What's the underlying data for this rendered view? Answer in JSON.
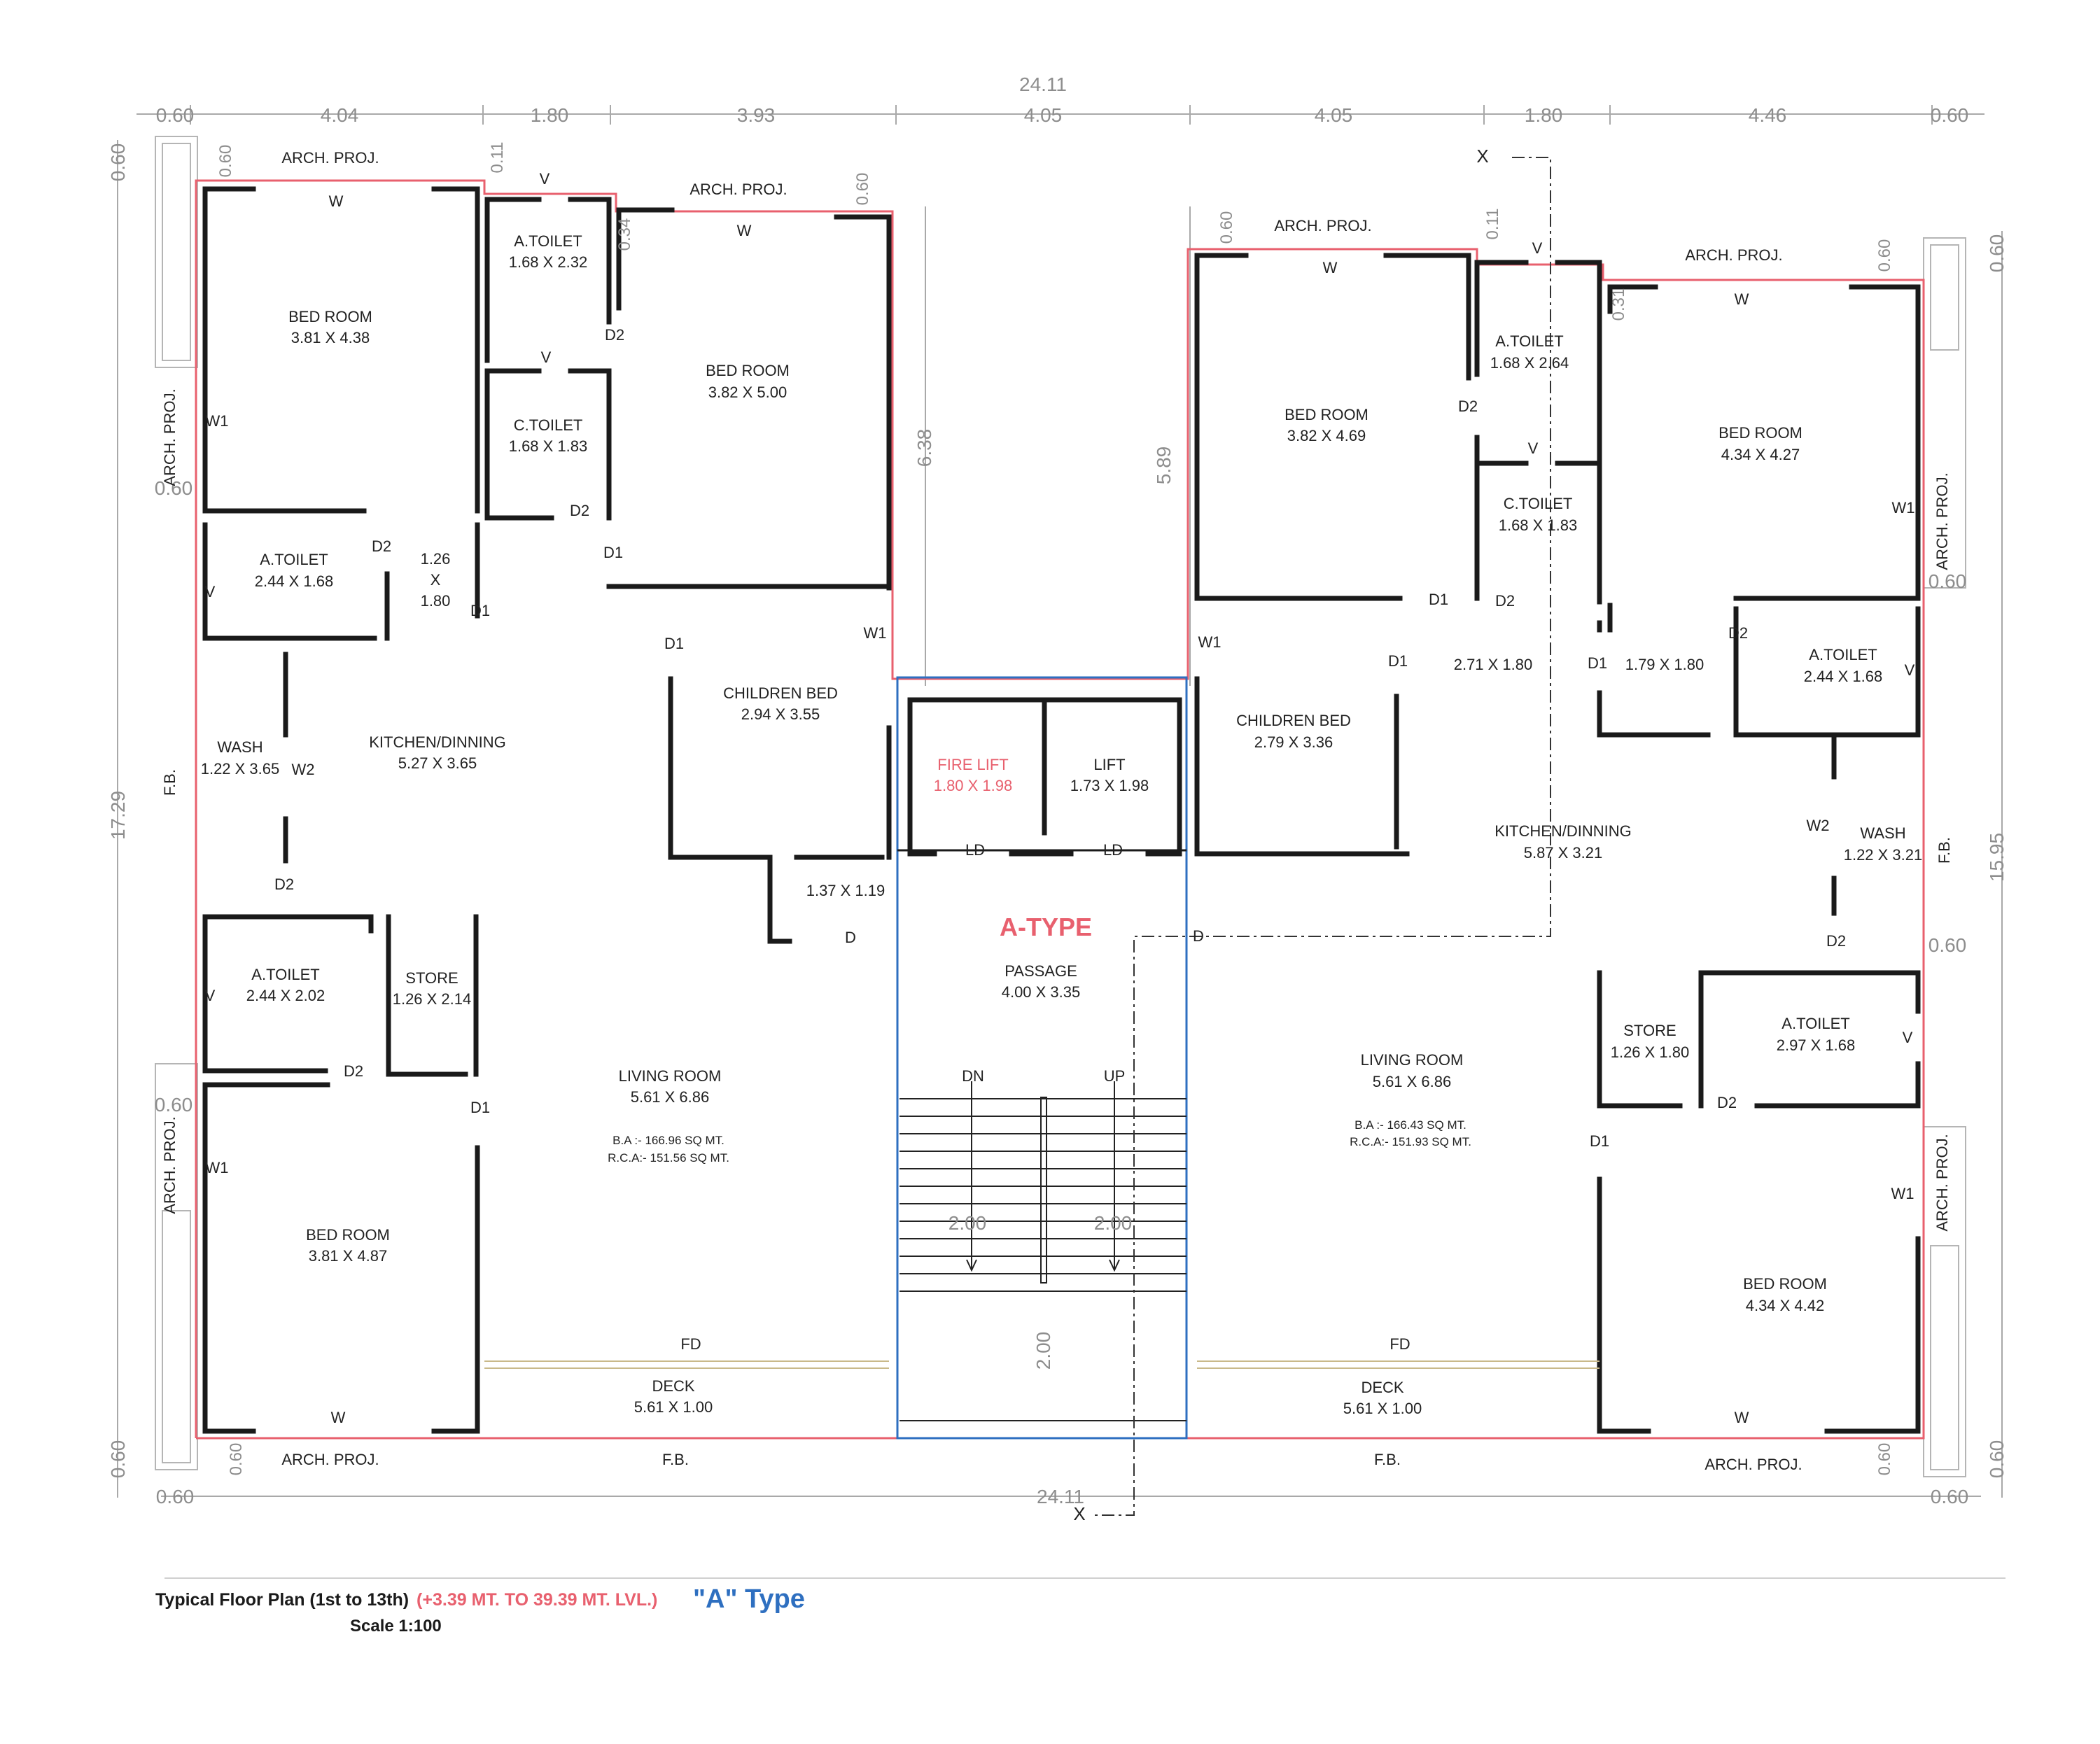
{
  "colors": {
    "wall": "#1a1a1a",
    "outline": "#e8606e",
    "core": "#2e6fc0",
    "dim": "#8d8d8d",
    "title_red": "#e8606e",
    "title_blue": "#2e6fc0"
  },
  "top_dims": [
    "0.60",
    "4.04",
    "1.80",
    "3.93",
    "4.05",
    "4.05",
    "1.80",
    "4.46",
    "0.60"
  ],
  "top_overall": "24.11",
  "bottom_overall": "24.11",
  "corner_dims": [
    "0.60",
    "0.60",
    "0.60",
    "0.60"
  ],
  "side_dims": {
    "left_total": "17.29",
    "right_total": "15.95",
    "mid_left": "6.38",
    "mid_right": "5.89"
  },
  "small_dims": [
    "0.60",
    "0.11",
    "0.34",
    "0.60",
    "0.60",
    "0.11",
    "0.31",
    "0.60",
    "0.60",
    "0.60",
    "0.60",
    "0.60",
    "0.60",
    "0.60",
    "0.60",
    "0.60"
  ],
  "left_unit": {
    "arch_top_1": "ARCH. PROJ.",
    "arch_top_2": "ARCH. PROJ.",
    "arch_left_1": "ARCH. PROJ.",
    "arch_left_2": "ARCH. PROJ.",
    "arch_bottom": "ARCH. PROJ.",
    "fb_left": "F.B.",
    "fb_bottom": "F.B.",
    "bed1": {
      "name": "BED ROOM",
      "size": "3.81 X 4.38"
    },
    "atoilet1": {
      "name": "A.TOILET",
      "size": "1.68 X 2.32"
    },
    "ctoilet": {
      "name": "C.TOILET",
      "size": "1.68 X 1.83"
    },
    "bed2": {
      "name": "BED ROOM",
      "size": "3.82 X 5.00"
    },
    "atoilet2": {
      "name": "A.TOILET",
      "size": "2.44 X 1.68"
    },
    "passage_sz": {
      "a": "1.26",
      "b": "X",
      "c": "1.80"
    },
    "children": {
      "name": "CHILDREN BED",
      "size": "2.94 X 3.55"
    },
    "wash": {
      "name": "WASH",
      "size": "1.22 X 3.65"
    },
    "kitchen": {
      "name": "KITCHEN/DINNING",
      "size": "5.27 X 3.65"
    },
    "shaft": "1.37 X 1.19",
    "atoilet3": {
      "name": "A.TOILET",
      "size": "2.44 X 2.02"
    },
    "store": {
      "name": "STORE",
      "size": "1.26 X 2.14"
    },
    "living": {
      "name": "LIVING ROOM",
      "size": "5.61 X 6.86",
      "ba": "B.A  :- 166.96 SQ MT.",
      "rca": "R.C.A:- 151.56 SQ MT."
    },
    "bed3": {
      "name": "BED ROOM",
      "size": "3.81 X 4.87"
    },
    "deck": {
      "name": "DECK",
      "size": "5.61 X 1.00"
    },
    "fd": "FD"
  },
  "core": {
    "fire_lift": {
      "name": "FIRE LIFT",
      "size": "1.80 X 1.98"
    },
    "lift": {
      "name": "LIFT",
      "size": "1.73 X 1.98"
    },
    "type_label": "A-TYPE",
    "passage": {
      "name": "PASSAGE",
      "size": "4.00 X 3.35"
    },
    "dn": "DN",
    "up": "UP",
    "stair_w1": "2.00",
    "stair_w2": "2.00",
    "stair_len": "2.00",
    "ld1": "LD",
    "ld2": "LD",
    "d": "D",
    "d2": "D"
  },
  "right_unit": {
    "arch_top_1": "ARCH. PROJ.",
    "arch_top_2": "ARCH. PROJ.",
    "arch_right_1": "ARCH. PROJ.",
    "arch_right_2": "ARCH. PROJ.",
    "arch_bottom": "ARCH. PROJ.",
    "fb_right": "F.B.",
    "fb_bottom": "F.B.",
    "bed1": {
      "name": "BED ROOM",
      "size": "3.82 X 4.69"
    },
    "atoilet1": {
      "name": "A.TOILET",
      "size": "1.68 X 2.64"
    },
    "ctoilet": {
      "name": "C.TOILET",
      "size": "1.68 X 1.83"
    },
    "bed2": {
      "name": "BED ROOM",
      "size": "4.34 X 4.27"
    },
    "passage1": "2.71 X 1.80",
    "passage2": "1.79 X 1.80",
    "atoilet2": {
      "name": "A.TOILET",
      "size": "2.44 X 1.68"
    },
    "children": {
      "name": "CHILDREN BED",
      "size": "2.79 X 3.36"
    },
    "kitchen": {
      "name": "KITCHEN/DINNING",
      "size": "5.87 X 3.21"
    },
    "wash": {
      "name": "WASH",
      "size": "1.22 X 3.21"
    },
    "store": {
      "name": "STORE",
      "size": "1.26 X 1.80"
    },
    "atoilet3": {
      "name": "A.TOILET",
      "size": "2.97 X 1.68"
    },
    "living": {
      "name": "LIVING ROOM",
      "size": "5.61 X 6.86",
      "ba": "B.A  :- 166.43 SQ MT.",
      "rca": "R.C.A:- 151.93 SQ MT."
    },
    "bed3": {
      "name": "BED ROOM",
      "size": "4.34 X 4.42"
    },
    "deck": {
      "name": "DECK",
      "size": "5.61 X 1.00"
    },
    "fd": "FD"
  },
  "marks": {
    "W": "W",
    "W1": "W1",
    "W2": "W2",
    "V": "V",
    "D": "D",
    "D1": "D1",
    "D2": "D2",
    "X": "X"
  },
  "footer": {
    "title": "Typical Floor Plan (1st to 13th)",
    "level": "(+3.39 MT. TO 39.39 MT. LVL.)",
    "scale": "Scale 1:100",
    "type": "\"A\" Type"
  }
}
